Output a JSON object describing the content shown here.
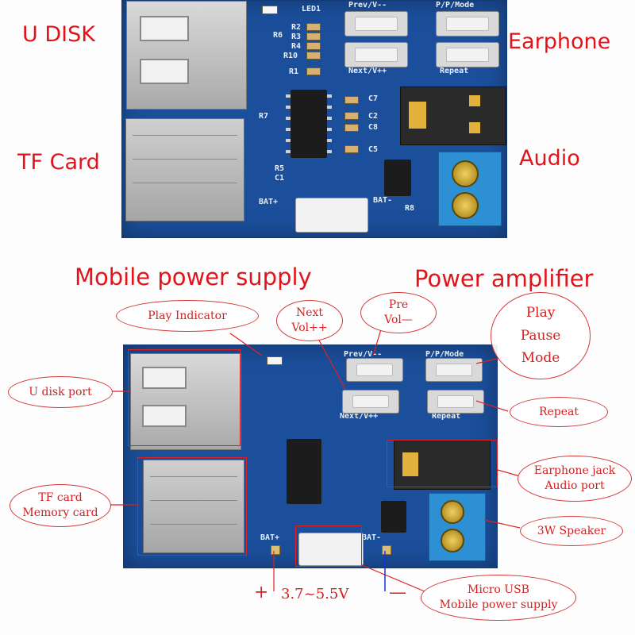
{
  "top_labels": {
    "u_disk": "U DISK",
    "tf_card": "TF Card",
    "earphone": "Earphone",
    "audio": "Audio"
  },
  "section_labels": {
    "mobile_power": "Mobile power supply",
    "power_amp": "Power amplifier"
  },
  "silkscreen": {
    "prev": "Prev/V--",
    "pp_mode": "P/P/Mode",
    "next": "Next/V++",
    "repeat": "Repeat",
    "bat_plus": "BAT+",
    "bat_minus": "BAT-",
    "led1": "LED1",
    "r2": "R2",
    "r3": "R3",
    "r4": "R4",
    "r10": "R10",
    "r1": "R1",
    "r6": "R6",
    "r7": "R7",
    "r5": "R5",
    "c1": "C1",
    "c7": "C7",
    "c2": "C2",
    "c8": "C8",
    "c5": "C5",
    "r8": "R8"
  },
  "callouts": {
    "play_indicator": "Play Indicator",
    "next_vol_1": "Next",
    "next_vol_2": "Vol++",
    "pre_vol_1": "Pre",
    "pre_vol_2": "Vol—",
    "play_1": "Play",
    "play_2": "Pause",
    "play_3": "Mode",
    "u_disk_port": "U disk port",
    "tf_1": "TF card",
    "tf_2": "Memory card",
    "repeat": "Repeat",
    "earphone_1": "Earphone jack",
    "earphone_2": "Audio port",
    "speaker": "3W Speaker",
    "usb_1": "Micro USB",
    "usb_2": "Mobile power supply"
  },
  "voltage": {
    "plus": "+",
    "range": "3.7~5.5V",
    "minus": "—"
  },
  "colors": {
    "label_red": "#e0141a",
    "board_blue": "#1b4f9c",
    "arrow_red": "#e02020",
    "arrow_blue": "#1d2fd6"
  }
}
